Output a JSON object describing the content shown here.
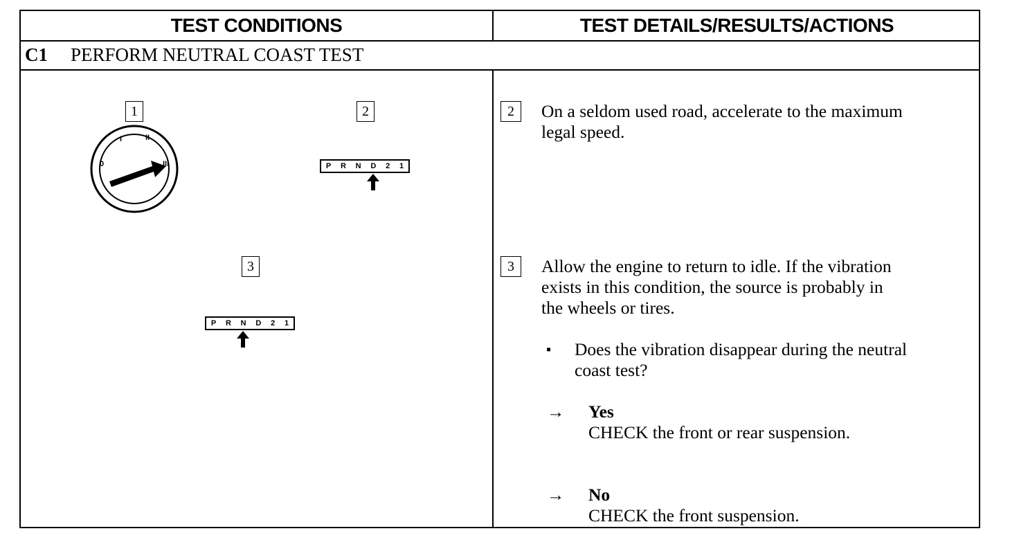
{
  "header": {
    "left": "TEST CONDITIONS",
    "right": "TEST DETAILS/RESULTS/ACTIONS"
  },
  "section": {
    "code": "C1",
    "title": "PERFORM NEUTRAL COAST TEST"
  },
  "conditions": {
    "step1": "1",
    "step2": "2",
    "step3": "3",
    "ignition_positions": [
      "0",
      "I",
      "II",
      "III"
    ],
    "gear_letters": [
      "P",
      "R",
      "N",
      "D",
      "2",
      "1"
    ]
  },
  "details": {
    "step2": {
      "num": "2",
      "line1": "On a seldom used road, accelerate to the maximum",
      "line2": "legal speed."
    },
    "step3": {
      "num": "3",
      "line1": "Allow the engine to return to idle. If the vibration",
      "line2": "exists in this condition, the source is probably in",
      "line3": "the wheels or tires."
    },
    "question": {
      "bullet": "▪",
      "line1": "Does the vibration disappear during the neutral",
      "line2": "coast test?"
    },
    "yes": {
      "arrow": "→",
      "label": "Yes",
      "action": "CHECK the front or rear suspension."
    },
    "no": {
      "arrow": "→",
      "label": "No",
      "action": "CHECK the front suspension."
    }
  }
}
